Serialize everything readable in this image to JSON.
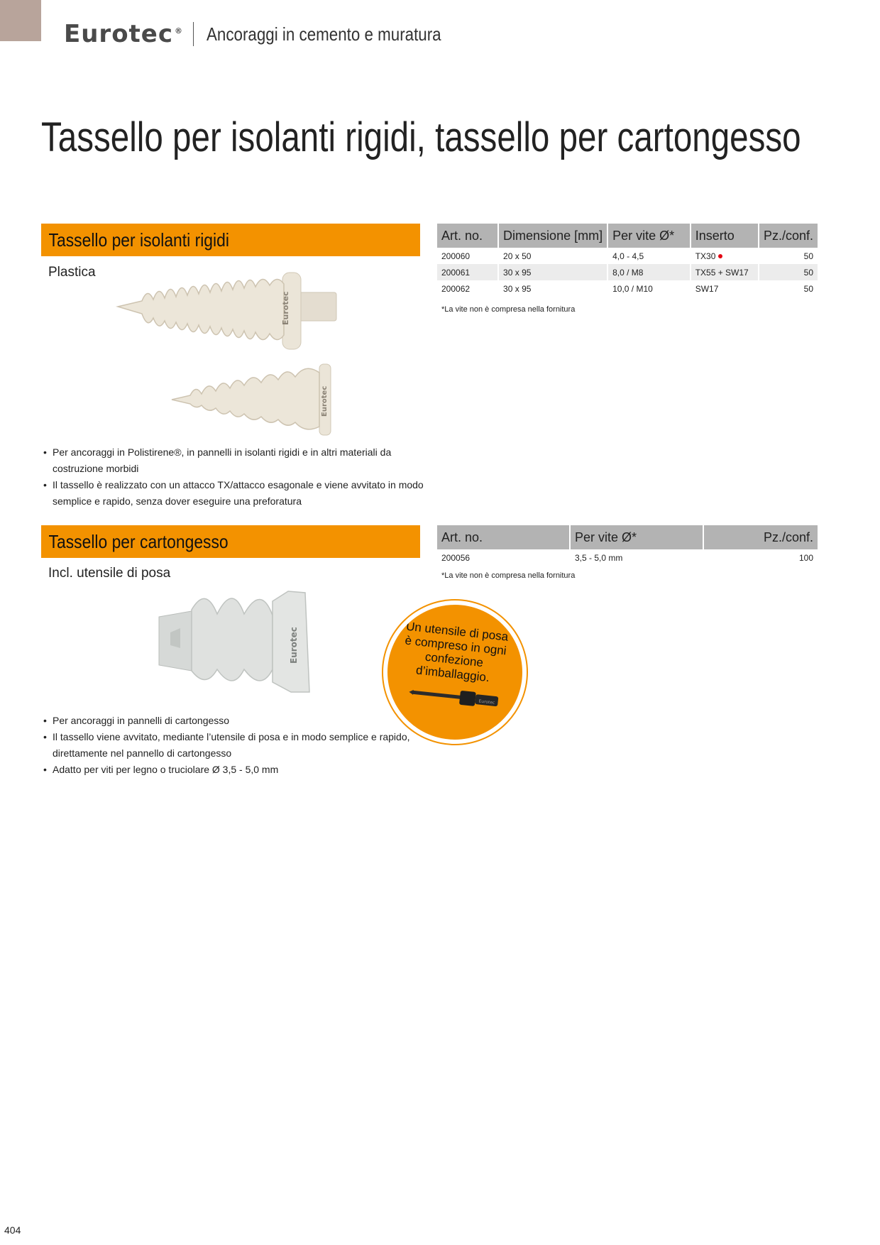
{
  "header": {
    "brand": "Eurotec",
    "brand_mark": "®",
    "section": "Ancoraggi in cemento e muratura"
  },
  "page_title": "Tassello per isolanti rigidi, tassello per cartongesso",
  "section1": {
    "title": "Tassello per isolanti rigidi",
    "subtitle": "Plastica",
    "table": {
      "headers": [
        "Art. no.",
        "Dimensione [mm]",
        "Per vite Ø*",
        "Inserto",
        "Pz./conf."
      ],
      "rows": [
        [
          "200060",
          "20 x 50",
          "4,0 - 4,5",
          "TX30",
          "50"
        ],
        [
          "200061",
          "30 x 95",
          "8,0 / M8",
          "TX55 + SW17",
          "50"
        ],
        [
          "200062",
          "30 x 95",
          "10,0 / M10",
          "SW17",
          "50"
        ]
      ]
    },
    "footnote": "*La vite non è compresa nella fornitura",
    "bullets": [
      "Per ancoraggi in Polistirene®, in pannelli in isolanti rigidi e in altri materiali da costruzione morbidi",
      "Il tassello è realizzato con un attacco TX/attacco esagonale e viene avvitato in modo semplice e rapido, senza dover eseguire una preforatura"
    ]
  },
  "section2": {
    "title": "Tassello per cartongesso",
    "subtitle": "Incl. utensile di posa",
    "table": {
      "headers": [
        "Art. no.",
        "Per vite Ø*",
        "Pz./conf."
      ],
      "rows": [
        [
          "200056",
          "3,5 - 5,0 mm",
          "100"
        ]
      ]
    },
    "footnote": "*La vite non è compresa nella fornitura",
    "bullets": [
      "Per ancoraggi in pannelli di cartongesso",
      "Il tassello viene avvitato, mediante l’utensile di posa e in modo semplice e rapido, direttamente nel pannello di cartongesso",
      "Adatto per viti per legno o truciolare Ø 3,5 - 5,0 mm"
    ]
  },
  "badge": {
    "lines": [
      "Un utensile di posa",
      "è compreso in ogni",
      "confezione d’imballaggio."
    ],
    "tool_text": "Eurotec"
  },
  "product_marking": "Eurotec",
  "colors": {
    "accent": "#f39200",
    "table_header": "#b3b3b3",
    "corner": "#b8a49b",
    "tx30_dot": "#e30613"
  },
  "page_number": "404"
}
